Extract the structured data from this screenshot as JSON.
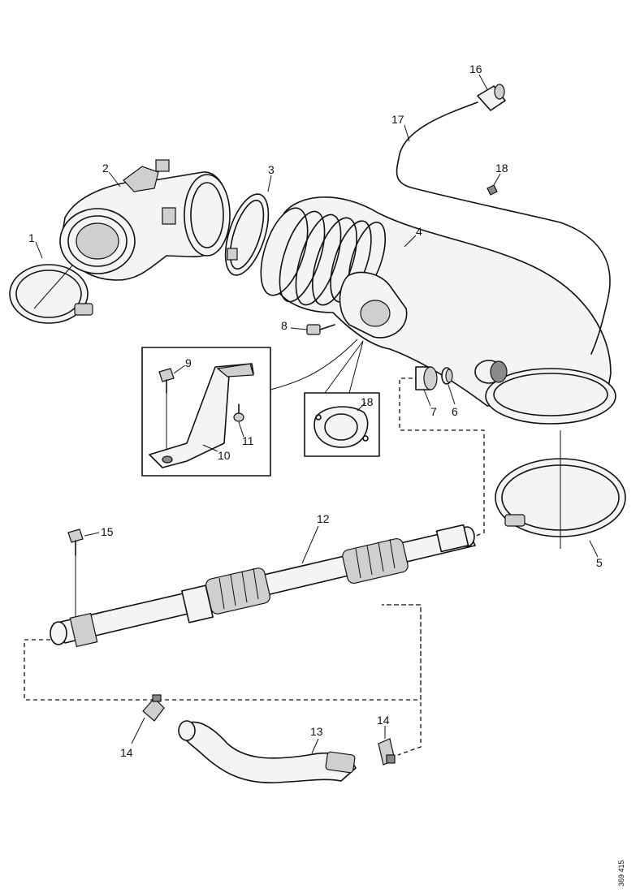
{
  "callouts": {
    "c1": "1",
    "c2": "2",
    "c3": "3",
    "c4": "4",
    "c5": "5",
    "c6": "6",
    "c7": "7",
    "c8": "8",
    "c9": "9",
    "c10": "10",
    "c11": "11",
    "c12": "12",
    "c13": "13",
    "c14a": "14",
    "c14b": "14",
    "c15": "15",
    "c16": "16",
    "c17": "17",
    "c18a": "18",
    "c18b": "18"
  },
  "figure_code": "369 415"
}
